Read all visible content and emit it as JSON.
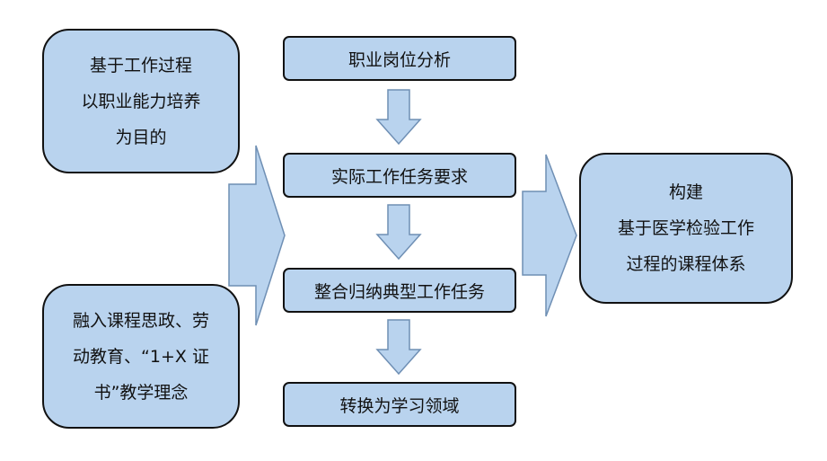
{
  "left_top": {
    "lines": [
      "基于工作过程",
      "以职业能力培养",
      "为目的"
    ]
  },
  "left_bottom": {
    "lines": [
      "融入课程思政、劳",
      "动教育、“1+X 证",
      "书”教学理念"
    ]
  },
  "steps": [
    {
      "label": "职业岗位分析"
    },
    {
      "label": "实际工作任务要求"
    },
    {
      "label": "整合归纳典型工作任务"
    },
    {
      "label": "转换为学习领域"
    }
  ],
  "right": {
    "lines": [
      "构建",
      "基于医学检验工作",
      "过程的课程体系"
    ]
  },
  "colors": {
    "box_fill": "#b9d3ee",
    "arrow_fill": "#b9d3ee",
    "arrow_stroke": "#6f8fb4",
    "border": "#111111"
  }
}
